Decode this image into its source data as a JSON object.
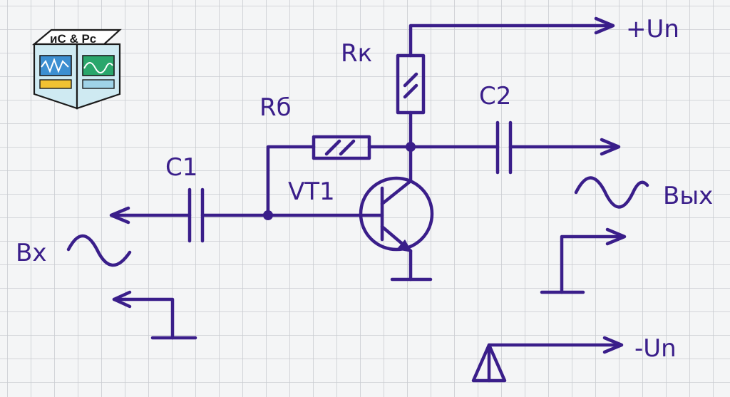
{
  "logo": {
    "text": "иC & Pc"
  },
  "labels": {
    "supply_positive": "+Un",
    "supply_negative": "-Un",
    "collector_resistor": "Rк",
    "base_resistor": "Rб",
    "input_capacitor": "C1",
    "output_capacitor": "C2",
    "transistor": "VT1",
    "input": "Вх",
    "output": "Вых"
  },
  "colors": {
    "ink": "#3a1e8a",
    "grid": "#c9ccd1",
    "paper": "#f4f5f6"
  }
}
